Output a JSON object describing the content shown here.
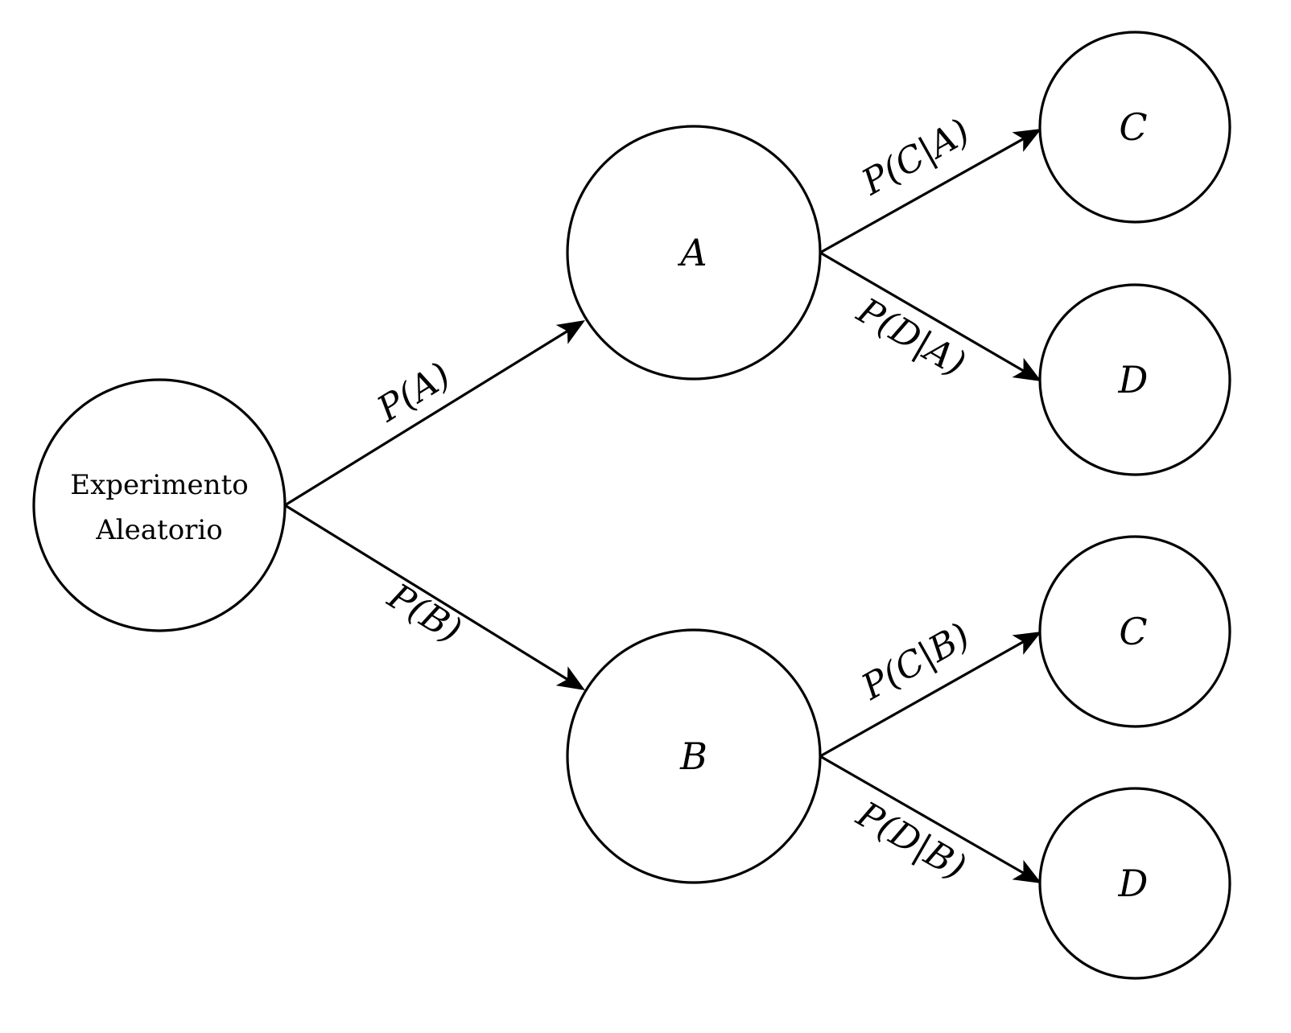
{
  "diagram": {
    "title": "Probability tree",
    "root": {
      "label_line1": "Experimento",
      "label_line2": "Aleatorio"
    },
    "level1": [
      {
        "id": "A",
        "label": "A",
        "edge_label": "P(A)"
      },
      {
        "id": "B",
        "label": "B",
        "edge_label": "P(B)"
      }
    ],
    "level2": [
      {
        "id": "C_A",
        "parent": "A",
        "label": "C",
        "edge_label": "P(C|A)"
      },
      {
        "id": "D_A",
        "parent": "A",
        "label": "D",
        "edge_label": "P(D|A)"
      },
      {
        "id": "C_B",
        "parent": "B",
        "label": "C",
        "edge_label": "P(C|B)"
      },
      {
        "id": "D_B",
        "parent": "B",
        "label": "D",
        "edge_label": "P(D|B)"
      }
    ],
    "colors": {
      "stroke": "#000000",
      "background": "#ffffff"
    }
  }
}
